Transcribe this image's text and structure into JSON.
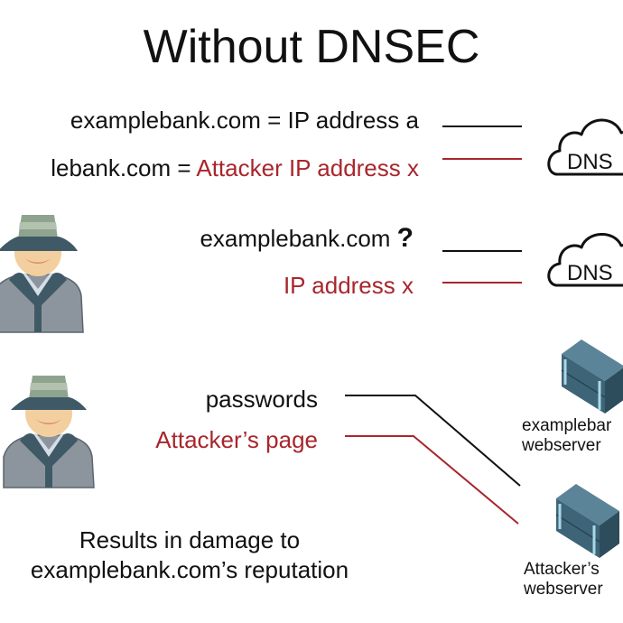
{
  "title": "Without DNSEC",
  "row1": {
    "line_a": "examplebank.com = IP address a",
    "line_b_prefix": "lebank.com = ",
    "line_b_red": "Attacker IP address x",
    "dns_label": "DNS"
  },
  "row2": {
    "query": "examplebank.com",
    "query_mark": "?",
    "response_red": "IP address x",
    "dns_label": "DNS"
  },
  "row3": {
    "passwords": "passwords",
    "attacker_page": "Attacker’s page",
    "server_top_label_1": "examplebar",
    "server_top_label_2": "webserver",
    "server_bottom_label_1": "Attacker’s",
    "server_bottom_label_2": "webserver"
  },
  "footer": {
    "line1": "Results in damage to",
    "line2": "examplebank.com’s reputation"
  },
  "colors": {
    "text": "#111111",
    "accent_red": "#a8262c",
    "hat_band": "#8fa48e",
    "hat_brim": "#3f5a66",
    "skin": "#f3cf9f",
    "coat": "#8c959d",
    "server": "#3e6478"
  }
}
